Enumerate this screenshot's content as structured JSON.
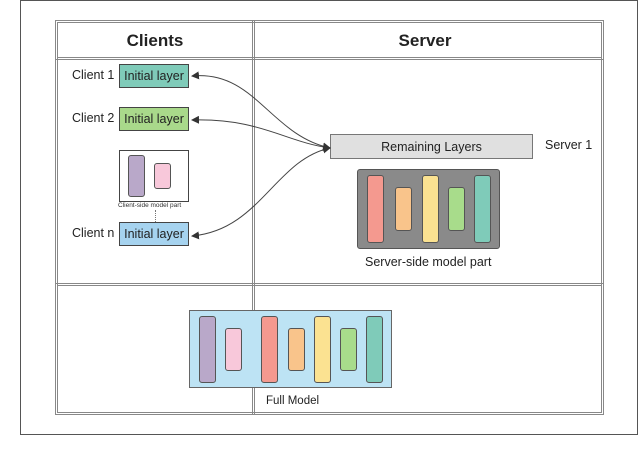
{
  "headers": {
    "clients": "Clients",
    "server": "Server"
  },
  "clients": [
    {
      "label": "Client 1",
      "layer": "Initial layer",
      "color": "#7fcbb9"
    },
    {
      "label": "Client 2",
      "layer": "Initial layer",
      "color": "#a9d98b"
    },
    {
      "label": "Client n",
      "layer": "Initial layer",
      "color": "#a6d3ef"
    }
  ],
  "client_side": {
    "caption": "Client-side model part"
  },
  "server": {
    "name": "Server 1",
    "remaining": "Remaining Layers",
    "caption": "Server-side model part"
  },
  "full_model": {
    "caption": "Full Model"
  },
  "colors": {
    "purple": "#b9a8c9",
    "pink": "#f8c8da",
    "red": "#f4998f",
    "orange": "#f9c48b",
    "yellow": "#fbe291",
    "green": "#a8dc8b",
    "teal": "#7fcbb9",
    "lightblue": "#bde3f4",
    "gray": "#8a8a8a"
  }
}
